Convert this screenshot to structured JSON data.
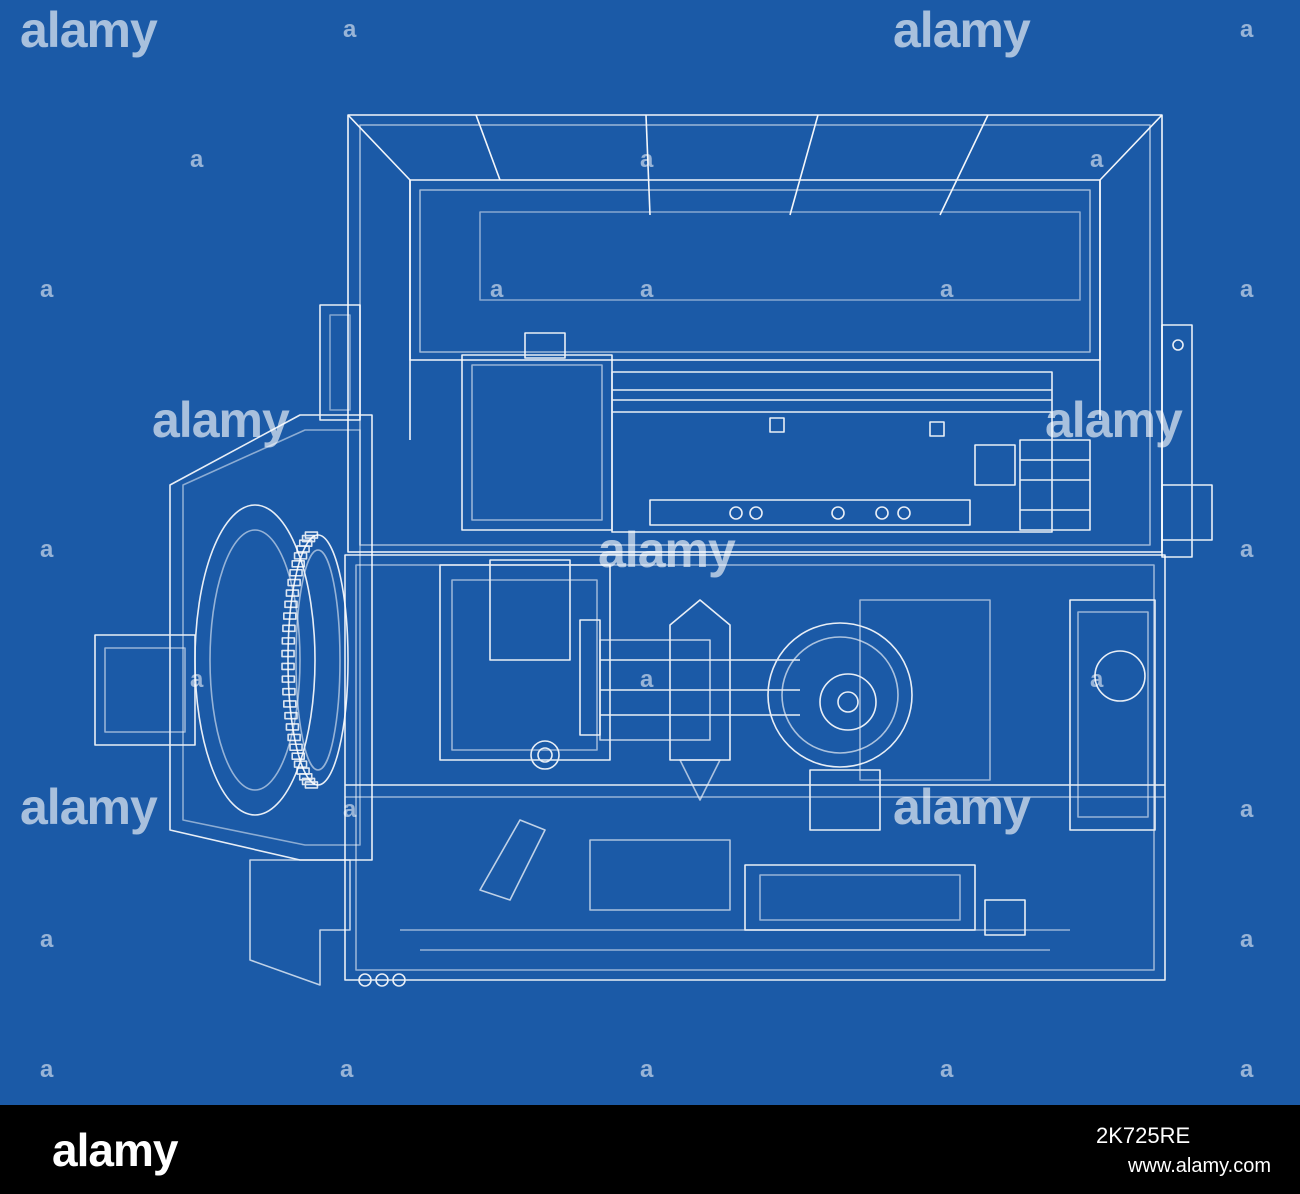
{
  "watermark": {
    "word": "alamy",
    "letter": "a"
  },
  "footer": {
    "brand": "alamy",
    "image_id": "2K725RE",
    "url": "www.alamy.com"
  },
  "colors": {
    "background": "#1b5aa7",
    "line": "#ffffff",
    "footer": "#000000"
  },
  "illustration": {
    "subject": "wireframe-machine"
  }
}
